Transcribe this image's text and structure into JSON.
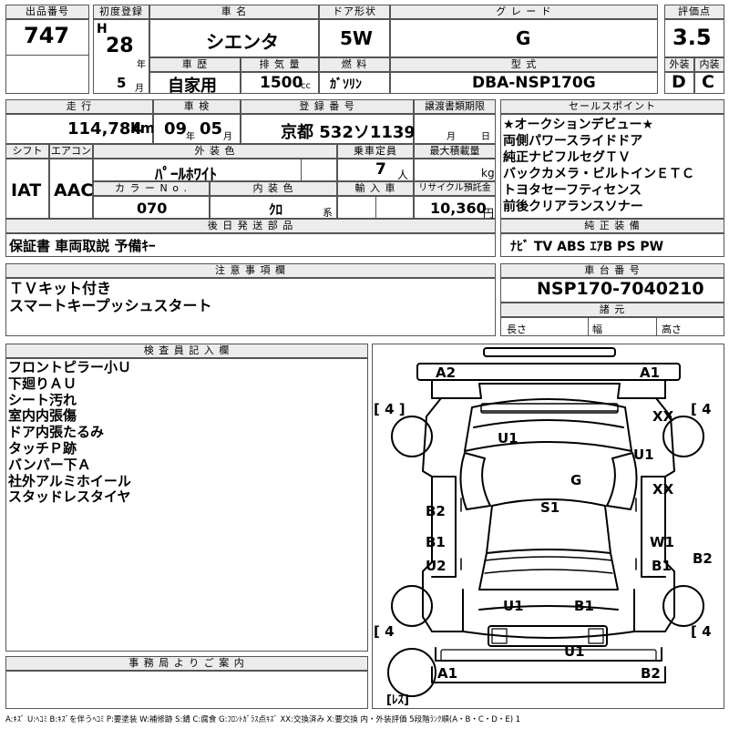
{
  "labels": {
    "lot_number": "出品番号",
    "first_registration": "初度登録",
    "car_name": "車 名",
    "door_type": "ドア形状",
    "grade": "グ レ ー ド",
    "score": "評価点",
    "history": "車 歴",
    "displacement": "排 気 量",
    "fuel": "燃 料",
    "model_code": "型 式",
    "exterior": "外装",
    "interior": "内装",
    "mileage": "走 行",
    "inspection": "車 検",
    "registration_number": "登 録 番 号",
    "transfer_deadline": "譲渡書類期限",
    "sales_points": "セールスポイント",
    "shift": "シフト",
    "aircon": "エアコン",
    "exterior_color": "外 装 色",
    "capacity": "乗車定員",
    "max_load": "最大積載量",
    "color_no": "カ ラ ー N o .",
    "interior_color": "内 装 色",
    "import": "輸 入 車",
    "recycle_fee": "リサイクル預託金",
    "later_parts": "後 日 発 送 部 品",
    "standard_equipment": "純 正 装 備",
    "notes": "注 意 事 項 欄",
    "chassis_number": "車 台 番 号",
    "dimensions": "諸 元",
    "length": "長さ",
    "width": "幅",
    "height": "高さ",
    "inspector_notes": "検 査 員 記 入 欄",
    "office_notice": "事 務 局 よ り ご 案 内",
    "era_h": "H",
    "unit_year": "年",
    "unit_month": "月",
    "unit_cc": "cc",
    "unit_km": "km",
    "unit_people": "人",
    "unit_kg": "kg",
    "unit_yen": "円",
    "unit_kei": "系",
    "era_year": "年",
    "day_month": "月",
    "day_day": "日"
  },
  "values": {
    "lot_number": "747",
    "registration_year": "28",
    "registration_month": "5",
    "car_name": "シエンタ",
    "door_type": "5W",
    "grade": "G",
    "score": "3.5",
    "history": "自家用",
    "displacement": "1500",
    "fuel": "ｶﾞｿﾘﾝ",
    "model_code": "DBA-NSP170G",
    "exterior_grade": "D",
    "interior_grade": "C",
    "mileage": "114,784",
    "inspection_year": "09",
    "inspection_month": "05",
    "registration_number": "京都 532ソ1139",
    "shift": "IAT",
    "aircon": "AAC",
    "exterior_color": "ﾊﾟｰﾙﾎﾜｲﾄ",
    "capacity": "7",
    "color_no": "070",
    "interior_color": "ｸﾛ",
    "recycle_fee": "10,360",
    "later_parts": "保証書 車両取説 予備ｷｰ",
    "standard_equipment": "ﾅﾋﾞ  TV  ABS  ｴｱB  PS  PW",
    "chassis_number": "NSP170-7040210"
  },
  "sales_points": [
    "★オークションデビュー★",
    "両側パワースライドドア",
    "純正ナビフルセグＴＶ",
    "バックカメラ・ビルトインＥＴＣ",
    "トヨタセーフティセンス",
    "前後クリアランスソナー"
  ],
  "notes": [
    "ＴＶキット付き",
    "スマートキープッシュスタート"
  ],
  "inspector_notes": [
    "フロントピラー小Ｕ",
    "下廻りＡＵ",
    "シート汚れ",
    "室内内張傷",
    "ドア内張たるみ",
    "タッチＰ跡",
    "バンパー下Ａ",
    "社外アルミホイール",
    "スタッドレスタイヤ"
  ],
  "diagram": {
    "labels": [
      "A2",
      "A1",
      "U1",
      "XX",
      "U1",
      "G",
      "XX",
      "B2",
      "S1",
      "B1",
      "W1",
      "U2",
      "B1",
      "B2",
      "U1",
      "B1",
      "U1",
      "A1",
      "B2"
    ],
    "tire_left_top": "[ 4 ]",
    "tire_right_top": "[ 4",
    "tire_left_bottom": "[ 4",
    "tire_right_bottom": "[ 4",
    "spare": "[ﾚｽ]"
  },
  "legend": "A:ｷｽﾞ  U:ﾍｺﾐ  B:ｷｽﾞを伴うﾍｺﾐ  P:要塗装  W:補修跡  S:錆  C:腐食  G:ﾌﾛﾝﾄｶﾞﾗｽ点ｷｽﾞ  XX:交換済み  X:要交換   内・外装評価  5段階ﾗﾝｸ順(A・B・C・D・E) 1"
}
